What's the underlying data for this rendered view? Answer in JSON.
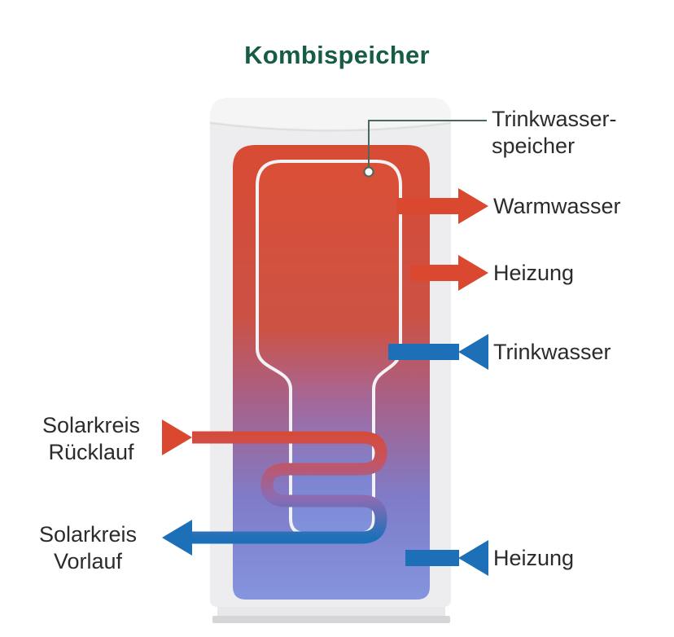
{
  "title": "Kombispeicher",
  "colors": {
    "red": "#d9482f",
    "blue": "#1d70b8",
    "title_green": "#175c44",
    "pointer_green": "#4a685c"
  },
  "labels": {
    "trinkwasserspeicher": "Trinkwasser-\nspeicher",
    "warmwasser": "Warmwasser",
    "heizung_oben": "Heizung",
    "trinkwasser": "Trinkwasser",
    "heizung_unten": "Heizung",
    "solarkreis_ruecklauf": "Solarkreis\nRücklauf",
    "solarkreis_vorlauf": "Solarkreis\nVorlauf"
  }
}
